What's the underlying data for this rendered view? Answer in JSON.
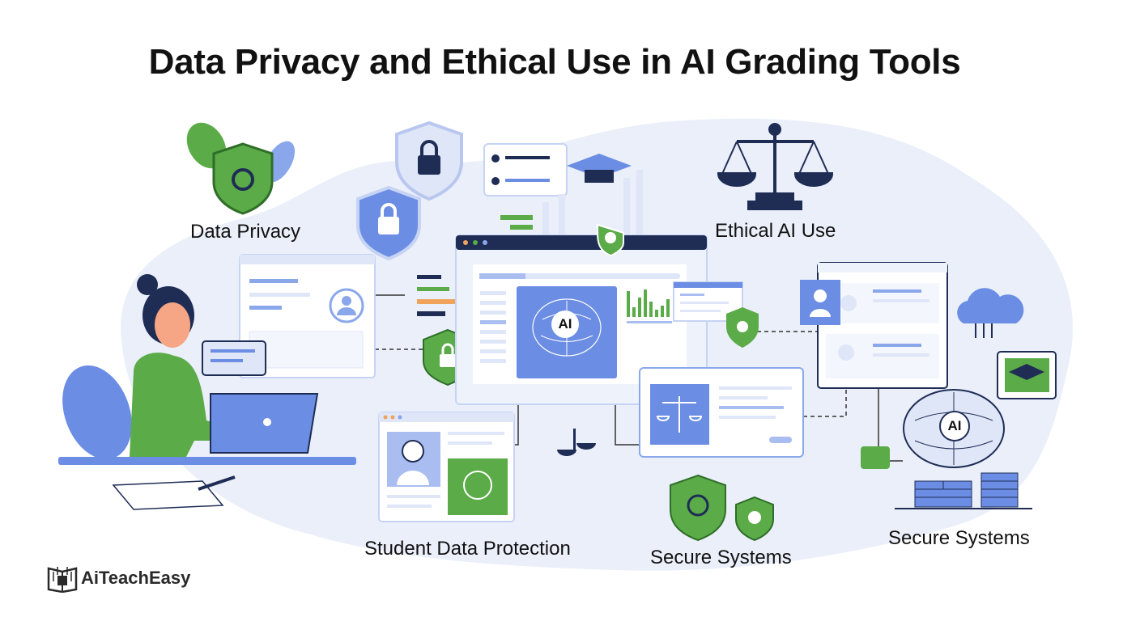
{
  "title": "Data Privacy and Ethical Use in AI Grading Tools",
  "labels": {
    "data_privacy": "Data Privacy",
    "ethical_ai_use": "Ethical AI Use",
    "student_data_protection": "Student Data Protection",
    "secure_systems_center": "Secure Systems",
    "secure_systems_right": "Secure Systems"
  },
  "brain_center_text": "AI",
  "brain_right_text": "AI",
  "logo": {
    "text": "AiTeachEasy",
    "icon": "book-chip-icon"
  },
  "colors": {
    "blob": "#e9eefa",
    "blue": "#6b8de3",
    "navy": "#1f2d55",
    "green": "#5bab48",
    "light_blue": "#dfe6f8"
  }
}
